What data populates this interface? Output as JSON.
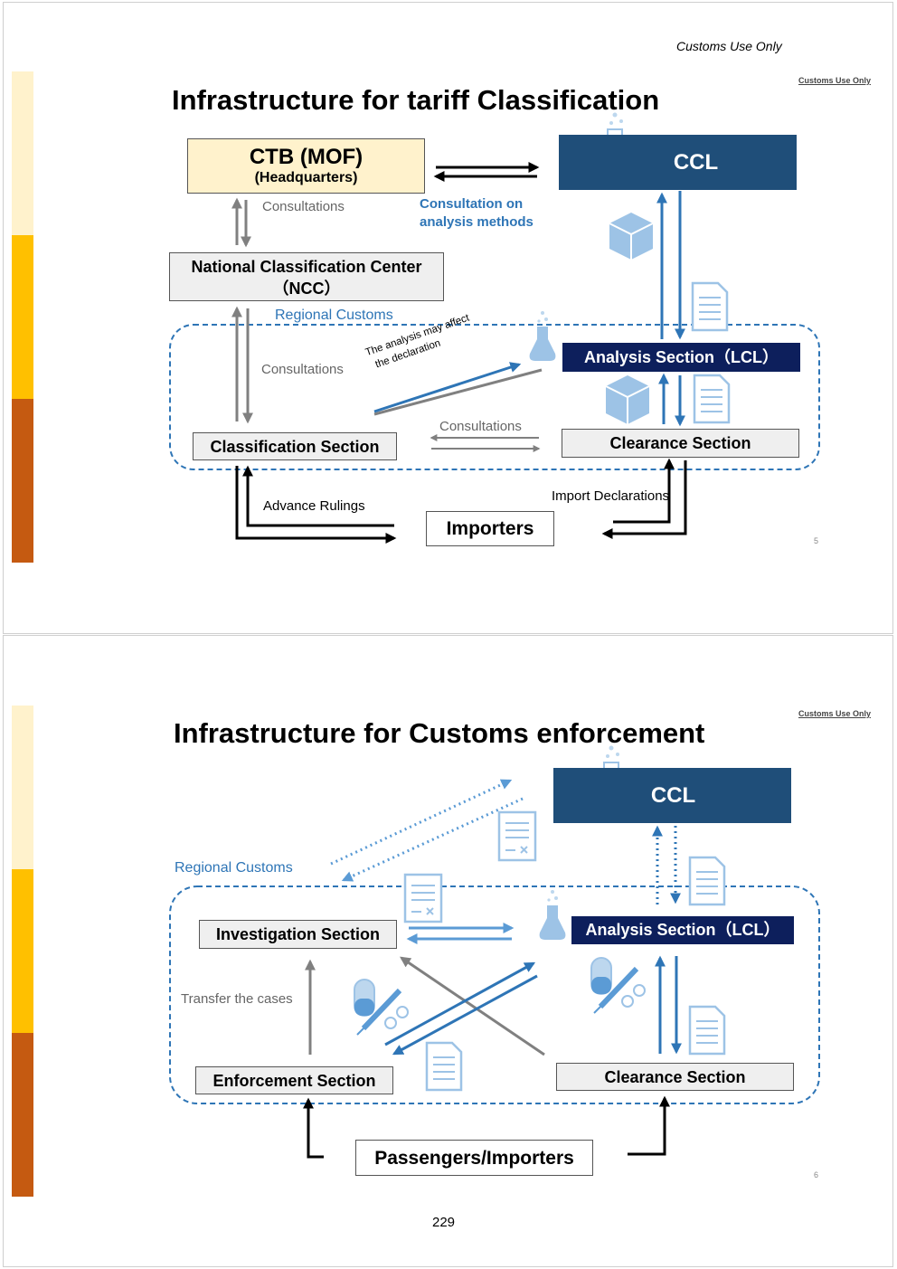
{
  "header_note": "Customs Use Only",
  "page_number": "229",
  "stripe_colors": [
    "#fff2cc",
    "#ffc000",
    "#c55a11"
  ],
  "slide1": {
    "corner_note": "Customs Use Only",
    "title": "Infrastructure for tariff Classification",
    "ctb_line1": "CTB (MOF)",
    "ctb_line2": "(Headquarters)",
    "ccl": "CCL",
    "consultations_top": "Consultations",
    "consult_methods_line1": "Consultation on",
    "consult_methods_line2": "analysis methods",
    "ncc_line1": "National Classification Center",
    "ncc_line2": "（NCC）",
    "regional_customs": "Regional Customs",
    "consultations_mid": "Consultations",
    "analysis_note_line1": "The analysis may affect",
    "analysis_note_line2": "the declaration",
    "analysis_section": "Analysis Section（LCL）",
    "classification_section": "Classification Section",
    "consultations_low": "Consultations",
    "clearance_section": "Clearance Section",
    "advance_rulings": "Advance Rulings",
    "import_declarations": "Import Declarations",
    "importers": "Importers",
    "slide_number": "5"
  },
  "slide2": {
    "corner_note": "Customs Use Only",
    "title": "Infrastructure for Customs enforcement",
    "ccl": "CCL",
    "regional_customs": "Regional Customs",
    "investigation_section": "Investigation Section",
    "analysis_section": "Analysis Section（LCL）",
    "transfer_cases": "Transfer the cases",
    "enforcement_section": "Enforcement Section",
    "clearance_section": "Clearance Section",
    "passengers_importers": "Passengers/Importers",
    "slide_number": "6"
  }
}
